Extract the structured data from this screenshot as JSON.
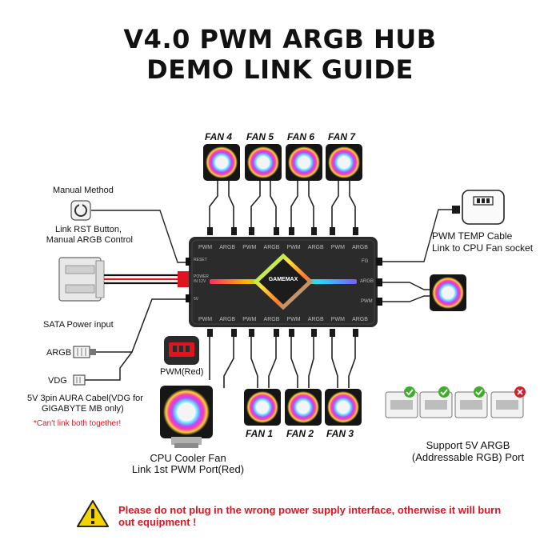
{
  "title": {
    "line1": "V4.0 PWM ARGB HUB",
    "line2": "DEMO LINK GUIDE"
  },
  "hub": {
    "brand": "GAMEMAX",
    "top_ports": [
      "PWM",
      "ARGB",
      "PWM",
      "ARGB",
      "PWM",
      "ARGB",
      "PWM",
      "ARGB"
    ],
    "bottom_ports": [
      "PWM",
      "ARGB",
      "PWM",
      "ARGB",
      "PWM",
      "ARGB",
      "PWM",
      "ARGB"
    ],
    "left_ports": [
      "RESET",
      "POWER IN 12V",
      "5V"
    ],
    "right_ports": [
      "FG",
      "ARGB",
      "PWM"
    ]
  },
  "fans_top": [
    "FAN 4",
    "FAN 5",
    "FAN 6",
    "FAN 7"
  ],
  "fans_bottom": [
    "FAN 1",
    "FAN 2",
    "FAN 3"
  ],
  "labels": {
    "manual_method": "Manual Method",
    "link_rst_1": "Link RST Button,",
    "link_rst_2": "Manual ARGB Control",
    "sata": "SATA Power input",
    "argb": "ARGB",
    "vdg": "VDG",
    "aura_1": "5V 3pin AURA Cabel(VDG for",
    "aura_2": "GIGABYTE MB only)",
    "cant_link": "*Can't link both together!",
    "pwm_red": "PWM(Red)",
    "cpu_fan_1": "CPU Cooler Fan",
    "cpu_fan_2": "Link 1st PWM Port(Red)",
    "pwm_temp_1": "PWM TEMP Cable",
    "pwm_temp_2": "Link to CPU Fan socket",
    "support_1": "Support 5V ARGB",
    "support_2": "(Addressable RGB) Port"
  },
  "warning": {
    "icon": "exclamation-icon",
    "text": "Please do not plug in the wrong power supply interface, otherwise it will burn out equipment !"
  },
  "colors": {
    "warning_red": "#e0141e",
    "hub_body": "#2b2b2b",
    "check_green": "#3fae2a",
    "cross_red": "#d0202a",
    "warning_yellow": "#f2d400"
  }
}
